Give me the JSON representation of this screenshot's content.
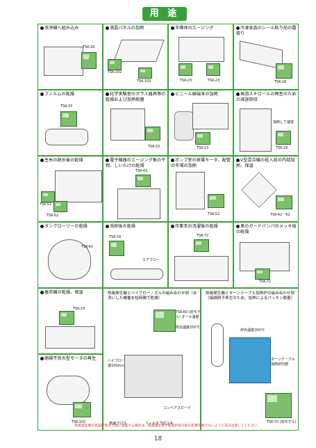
{
  "title": "用 途 例",
  "cells": [
    {
      "label": "洗浄機へ組み込み",
      "tags": [
        "TSK-18"
      ]
    },
    {
      "label": "液晶パネルの加熱",
      "tags": [
        "TSK-102",
        "TSK-102"
      ]
    },
    {
      "label": "半導体のエージング",
      "tags": [
        "TSK-23",
        "TSK-23"
      ]
    },
    {
      "label": "冷凍食品のシール貼り前の霜取り",
      "tags": [
        "TSK-18"
      ]
    },
    {
      "label": "フィルムの乾燥",
      "tags": [
        "TSK-33"
      ]
    },
    {
      "label": "化学実験室のガラス器具等の乾燥および加熱殺菌",
      "tags": [
        "TSK-33"
      ]
    },
    {
      "label": "ビニール線端末の加熱",
      "tags": [
        "TSK-23"
      ]
    },
    {
      "label": "発泡スチロールの再生のための減容回収",
      "tags": [
        "加熱して減容",
        "TSK-18"
      ]
    },
    {
      "label": "生糸の脱水後の乾燥",
      "tags": [
        "TSK-52",
        "TSK-52"
      ]
    },
    {
      "label": "電子機器のエージング魚の干物、しいたけの乾燥",
      "tags": [
        "TSK-42"
      ]
    },
    {
      "label": "ポンプ室の発電モータ、配管の冬場の加熱",
      "tags": [
        "TSK-52"
      ]
    },
    {
      "label": "V型混合機の投入前の内部加熱、保温",
      "tags": [
        "TSK-42・62"
      ]
    },
    {
      "label": "タンクローリーの乾燥",
      "tags": [
        "TSK-62"
      ]
    },
    {
      "label": "洗卵後の乾燥",
      "tags": [
        "TSK-18",
        "エアブロー"
      ]
    },
    {
      "label": "作業衣の洗濯後の乾燥",
      "tags": [
        "TSK-72"
      ]
    },
    {
      "label": "車のガードバンパのメッキ後の乾燥",
      "tags": [
        "TSK-72"
      ]
    },
    {
      "label": "着衣機の乾燥、保温",
      "tags": [
        "TSK-23"
      ]
    },
    {
      "label": "絶縁不良大型モータの再生",
      "tags": [
        "TSK-102"
      ]
    }
  ],
  "example1": {
    "title": "熱風発生機とハイブローノズルの組み合わせ例（水洗いした螺番を短時間で乾燥）",
    "tags": [
      "TSK-60 (旧モデル) オール温度",
      "吹出温度250℃",
      "ハイブローノズル 風速100m/s",
      "コンベアスピード",
      "フィルタ TVC1-K",
      "高速ブロワ"
    ]
  },
  "example2": {
    "title": "熱風発生機とターンテーブル加熱炉の組み合わせ例（接続碍子再生のため、加熱によるパッキン脱着）",
    "tags": [
      "炉内温度200℃",
      "ターンテーブル 加熱炉内部",
      "TSK-70 (旧モデル)"
    ]
  },
  "note": "熱風発生機を乾燥炉等の上部に設置する場合は、熱風発生機が乾燥炉等の熱の影響を受けないように充分注意してください。",
  "page_number": "18",
  "colors": {
    "accent": "#3aa03a",
    "machine": "#7dbf6a",
    "note": "#d83a3a"
  }
}
